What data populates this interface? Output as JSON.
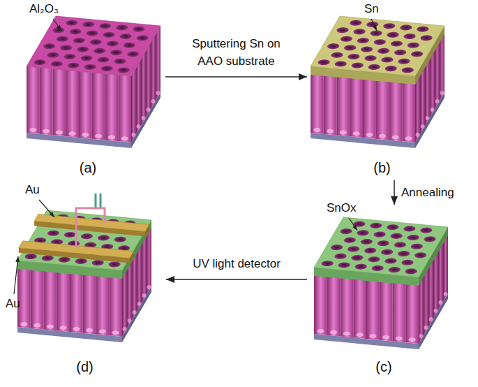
{
  "diagram": {
    "nodes": [
      {
        "text": [
          "(a)"
        ]
      },
      {
        "text": [
          "(b)"
        ]
      },
      {
        "text": [
          "(c)"
        ]
      },
      {
        "text": [
          "(d)"
        ]
      }
    ],
    "edges": [
      {
        "from": 0,
        "to": 1,
        "arrow": "to",
        "label": "Sputtering Sn on AAO substrate"
      },
      {
        "from": 1,
        "to": 2,
        "arrow": "to",
        "label": "Annealing"
      },
      {
        "from": 2,
        "to": 3,
        "arrow": "to",
        "label": "UV light detector"
      }
    ],
    "labels": [
      "Al₂O₃",
      "Sn",
      "SnOx",
      "Au",
      "Au"
    ]
  }
}
